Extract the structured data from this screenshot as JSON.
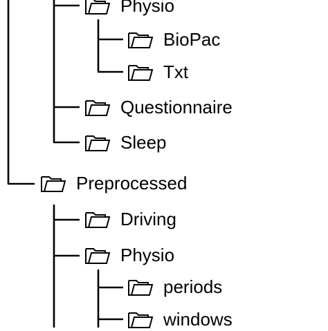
{
  "tree": {
    "nodes": [
      {
        "label": "Physio",
        "icon": "folder-icon",
        "children_count": 2
      },
      {
        "label": "BioPac",
        "icon": "folder-icon"
      },
      {
        "label": "Txt",
        "icon": "folder-icon"
      },
      {
        "label": "Questionnaire",
        "icon": "folder-icon"
      },
      {
        "label": "Sleep",
        "icon": "folder-icon"
      },
      {
        "label": "Preprocessed",
        "icon": "folder-icon"
      },
      {
        "label": "Driving",
        "icon": "folder-icon"
      },
      {
        "label": "Physio",
        "icon": "folder-icon"
      },
      {
        "label": "periods",
        "icon": "folder-icon"
      },
      {
        "label": "windows",
        "icon": "folder-icon"
      }
    ]
  },
  "colors": {
    "line": "#000000",
    "text": "#000000",
    "background": "#ffffff"
  }
}
